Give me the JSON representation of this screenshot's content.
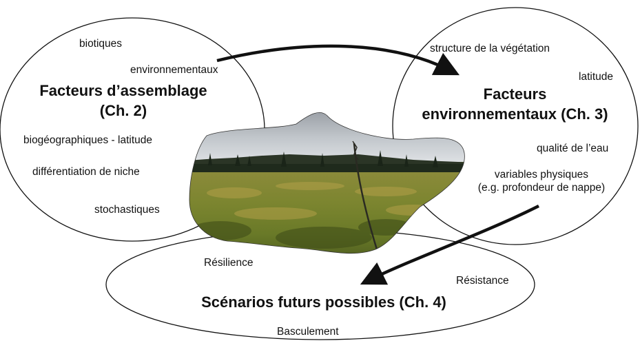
{
  "circles": {
    "assembly": {
      "title_line1": "Facteurs d’assemblage",
      "title_line2": "(Ch. 2)",
      "labels": [
        "biotiques",
        "environnementaux",
        "biogéographiques - latitude",
        "différentiation de niche",
        "stochastiques"
      ]
    },
    "environment": {
      "title_line1": "Facteurs",
      "title_line2": "environnementaux (Ch. 3)",
      "labels": [
        "structure de la végétation",
        "latitude",
        "qualité de l’eau"
      ],
      "physical_line1": "variables physiques",
      "physical_line2": "(e.g. profondeur de nappe)"
    },
    "futures": {
      "title": "Scénarios futurs possibles (Ch. 4)",
      "labels": [
        "Résilience",
        "Résistance",
        "Basculement"
      ]
    }
  },
  "photo": {
    "subject": "peatland-landscape",
    "colors": {
      "sky_top": "#8f959c",
      "sky_bottom": "#d9dde1",
      "forest": "#1f2a1c",
      "meadow_top": "#8f8d3a",
      "meadow_bottom": "#5e6a22"
    }
  },
  "colors": {
    "stroke": "#111111",
    "text": "#111111"
  }
}
